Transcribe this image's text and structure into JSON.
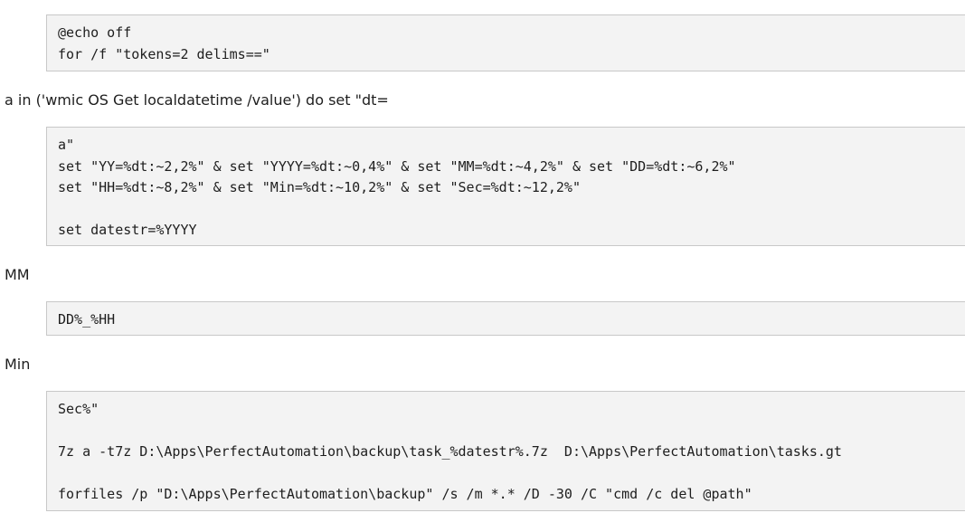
{
  "blocks": [
    {
      "type": "code",
      "lines": [
        "@echo off",
        "for /f \"tokens=2 delims==\""
      ]
    },
    {
      "type": "text",
      "text": "a in ('wmic OS Get localdatetime /value') do set \"dt="
    },
    {
      "type": "code",
      "lines": [
        "a\"",
        "set \"YY=%dt:~2,2%\" & set \"YYYY=%dt:~0,4%\" & set \"MM=%dt:~4,2%\" & set \"DD=%dt:~6,2%\"",
        "set \"HH=%dt:~8,2%\" & set \"Min=%dt:~10,2%\" & set \"Sec=%dt:~12,2%\"",
        "",
        "set datestr=%YYYY"
      ]
    },
    {
      "type": "text",
      "text": "MM"
    },
    {
      "type": "code",
      "lines": [
        "DD%_%HH"
      ]
    },
    {
      "type": "text",
      "text": "Min"
    },
    {
      "type": "code",
      "lines": [
        "Sec%\"",
        "",
        "7z a -t7z D:\\Apps\\PerfectAutomation\\backup\\task_%datestr%.7z  D:\\Apps\\PerfectAutomation\\tasks.gt",
        "",
        "forfiles /p \"D:\\Apps\\PerfectAutomation\\backup\" /s /m *.* /D -30 /C \"cmd /c del @path\""
      ]
    }
  ]
}
